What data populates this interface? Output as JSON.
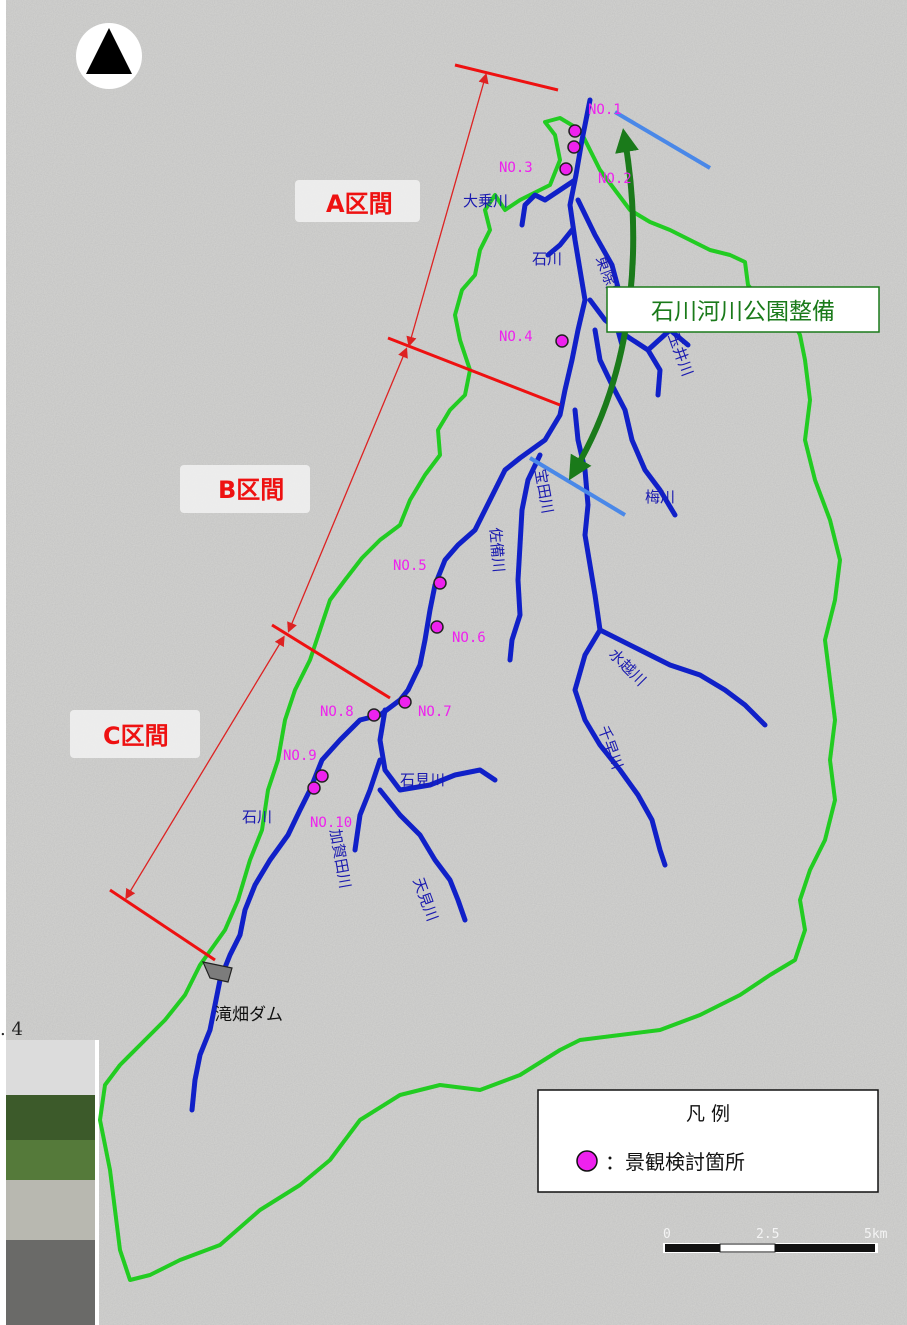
{
  "north_arrow": {
    "icon": "north-arrow-icon"
  },
  "sections": [
    {
      "id": "a",
      "label": "A区間"
    },
    {
      "id": "b",
      "label": "B区間"
    },
    {
      "id": "c",
      "label": "C区間"
    }
  ],
  "park_label": "石川河川公園整備",
  "points": [
    "NO.1",
    "NO.2",
    "NO.3",
    "NO.4",
    "NO.5",
    "NO.6",
    "NO.7",
    "NO.8",
    "NO.9",
    "NO.10"
  ],
  "rivers": {
    "daijo": "大乗川",
    "ishikawa_upper": "石川",
    "tosho": "東除川",
    "tamai": "玉井川",
    "ume": "梅川",
    "hoda": "宝田川",
    "sakura": "佐備川",
    "suikoshi": "水越川",
    "chihaya": "千早川",
    "ishimi": "石見川",
    "ishikawa_lower": "石川",
    "kasegawa": "加賀田川",
    "amami": "天見川"
  },
  "dam_label": "滝畑ダム",
  "legend": {
    "title": "凡 例",
    "item": "：景観検討箇所"
  },
  "scale": {
    "ticks": [
      "0",
      "2.5",
      "5km"
    ]
  },
  "edge_fragment": ". 4",
  "colors": {
    "river": "#1020c8",
    "boundary": "#22cc22",
    "section_line": "#ee1111",
    "point": "#ee22ee",
    "park_arrow": "#1a7a1a",
    "reach_line": "#4a88e8"
  }
}
